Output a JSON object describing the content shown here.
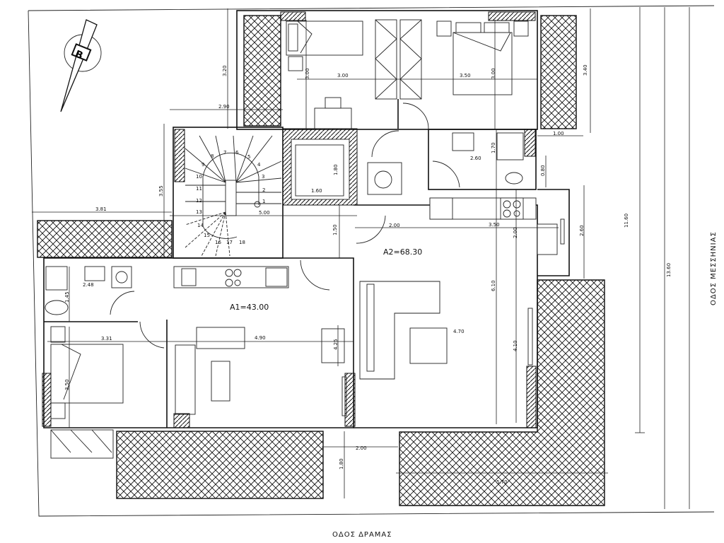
{
  "plan": {
    "areas": {
      "a1": "A1=43.00",
      "a2": "A2=68.30"
    },
    "streets": {
      "east": "ΟΔΟΣ ΜΕΣΣΗΝΙΑΣ",
      "south": "ΟΔΟΣ ΔΡΑΜΑΣ"
    },
    "compass_letter": "B",
    "dimensions": {
      "d320": "3.20",
      "d290": "2.90",
      "d355": "3.55",
      "d381": "3.81",
      "d500": "5.00",
      "d150": "1.50",
      "d180_lift": "1.80",
      "d160": "1.60",
      "d300_v": "3.00",
      "d300_h": "3.00",
      "d350_top": "3.50",
      "d300_v2": "3.00",
      "d340": "3.40",
      "d100": "1.00",
      "d170": "1.70",
      "d260_bath": "2.60",
      "d080": "0.80",
      "d200_hall": "2.00",
      "d350_kit": "3.50",
      "d200_v": "2.00",
      "d260_v": "2.60",
      "d1160": "11.60",
      "d1360": "13.60",
      "d610": "6.10",
      "d470": "4.70",
      "d410": "4.10",
      "d248": "2.48",
      "d145": "1.45",
      "d331": "3.31",
      "d490": "4.90",
      "d425": "4.25",
      "d350_bed": "3.50",
      "d200_bot": "2.00",
      "d180_bot": "1.80",
      "d570": "5.70"
    },
    "stair_steps": [
      "1",
      "2",
      "3",
      "4",
      "5",
      "6",
      "7",
      "8",
      "9",
      "10",
      "11",
      "12",
      "13",
      "14",
      "15",
      "16",
      "17",
      "18"
    ]
  }
}
